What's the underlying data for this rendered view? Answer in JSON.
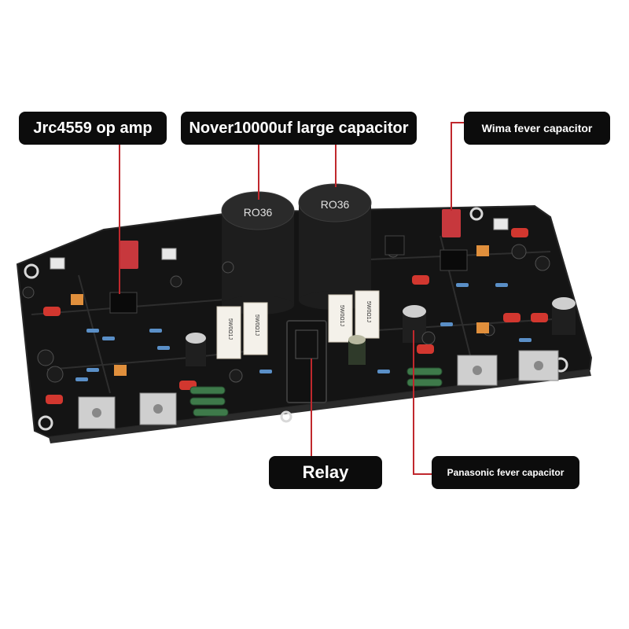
{
  "labels": {
    "opamp": "Jrc4559 op amp",
    "large_capacitor": "Nover10000uf large capacitor",
    "wima": "Wima fever capacitor",
    "relay": "Relay",
    "panasonic": "Panasonic fever capacitor"
  },
  "capacitor_marking": "RO36",
  "resistor_marking": "5W0Ω1J",
  "colors": {
    "background": "#ffffff",
    "pcb": "#141414",
    "label_bg": "#0c0c0c",
    "label_text": "#ffffff",
    "leader_line": "#c0282d"
  }
}
